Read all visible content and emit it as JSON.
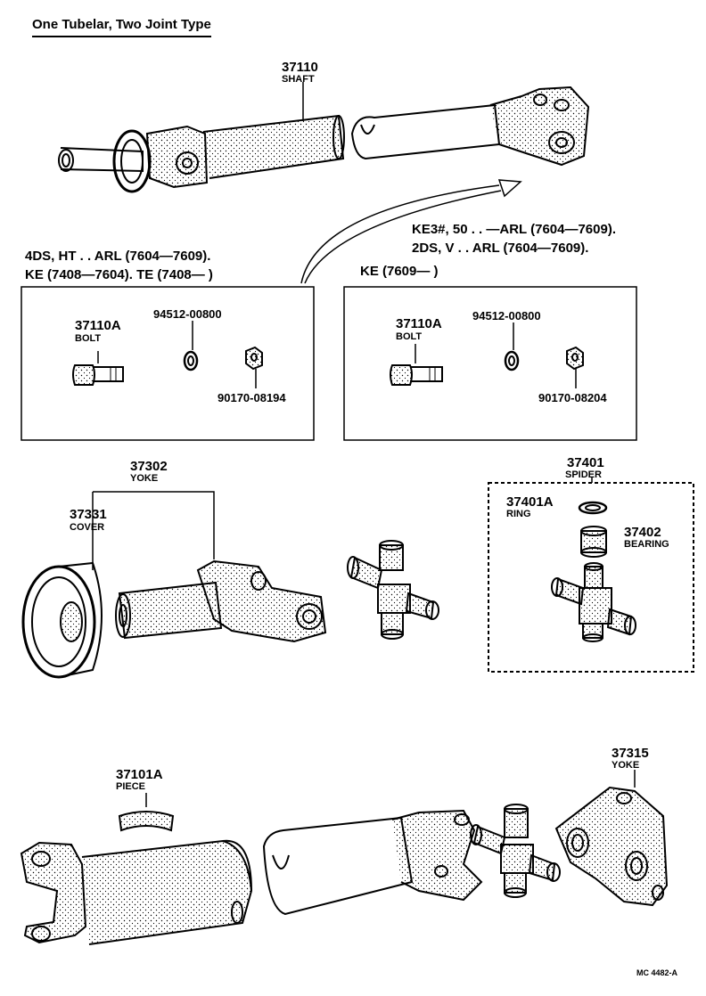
{
  "title": "One Tubelar, Two Joint Type",
  "parts": {
    "shaft": {
      "number": "37110",
      "name": "SHAFT"
    },
    "bolt_left": {
      "number": "37110A",
      "name": "BOLT"
    },
    "washer_left": {
      "number": "94512-00800"
    },
    "nut_left": {
      "number": "90170-08194"
    },
    "bolt_right": {
      "number": "37110A",
      "name": "BOLT"
    },
    "washer_right": {
      "number": "94512-00800"
    },
    "nut_right": {
      "number": "90170-08204"
    },
    "yoke_front": {
      "number": "37302",
      "name": "YOKE"
    },
    "cover": {
      "number": "37331",
      "name": "COVER"
    },
    "spider": {
      "number": "37401",
      "name": "SPIDER"
    },
    "ring": {
      "number": "37401A",
      "name": "RING"
    },
    "bearing": {
      "number": "37402",
      "name": "BEARING"
    },
    "piece": {
      "number": "37101A",
      "name": "PIECE"
    },
    "yoke_rear": {
      "number": "37315",
      "name": "YOKE"
    }
  },
  "conditions": {
    "left_line1": "4DS, HT . . ARL (7604—7609).",
    "left_line2": "KE (7408—7604). TE (7408—        )",
    "right_line1": "KE3#, 50 . . —ARL (7604—7609).",
    "right_line2": "2DS, V . . ARL (7604—7609).",
    "right_line3": "KE (7609—        )"
  },
  "diagram_code": "MC 4482-A"
}
